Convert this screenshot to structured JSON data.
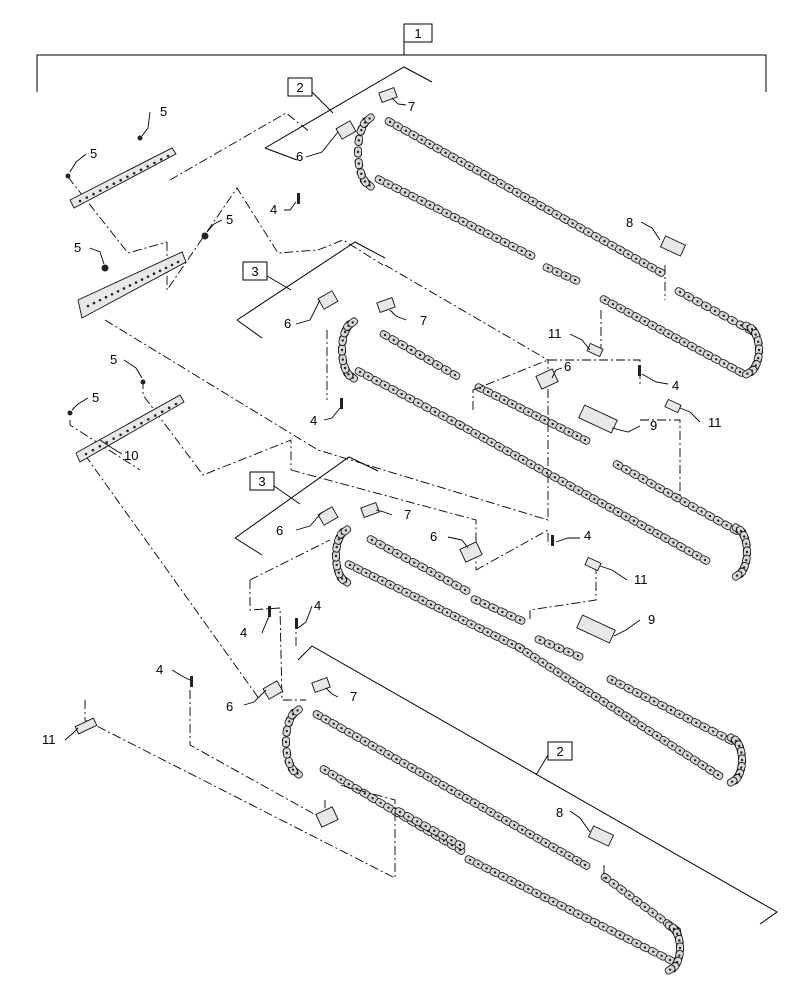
{
  "diagram": {
    "callout_labels": {
      "c1": "1",
      "c2": "2",
      "c3": "3",
      "c4": "4",
      "c5": "5",
      "c6": "6",
      "c7": "7",
      "c8": "8",
      "c9": "9",
      "c10": "10",
      "c11": "11"
    }
  }
}
